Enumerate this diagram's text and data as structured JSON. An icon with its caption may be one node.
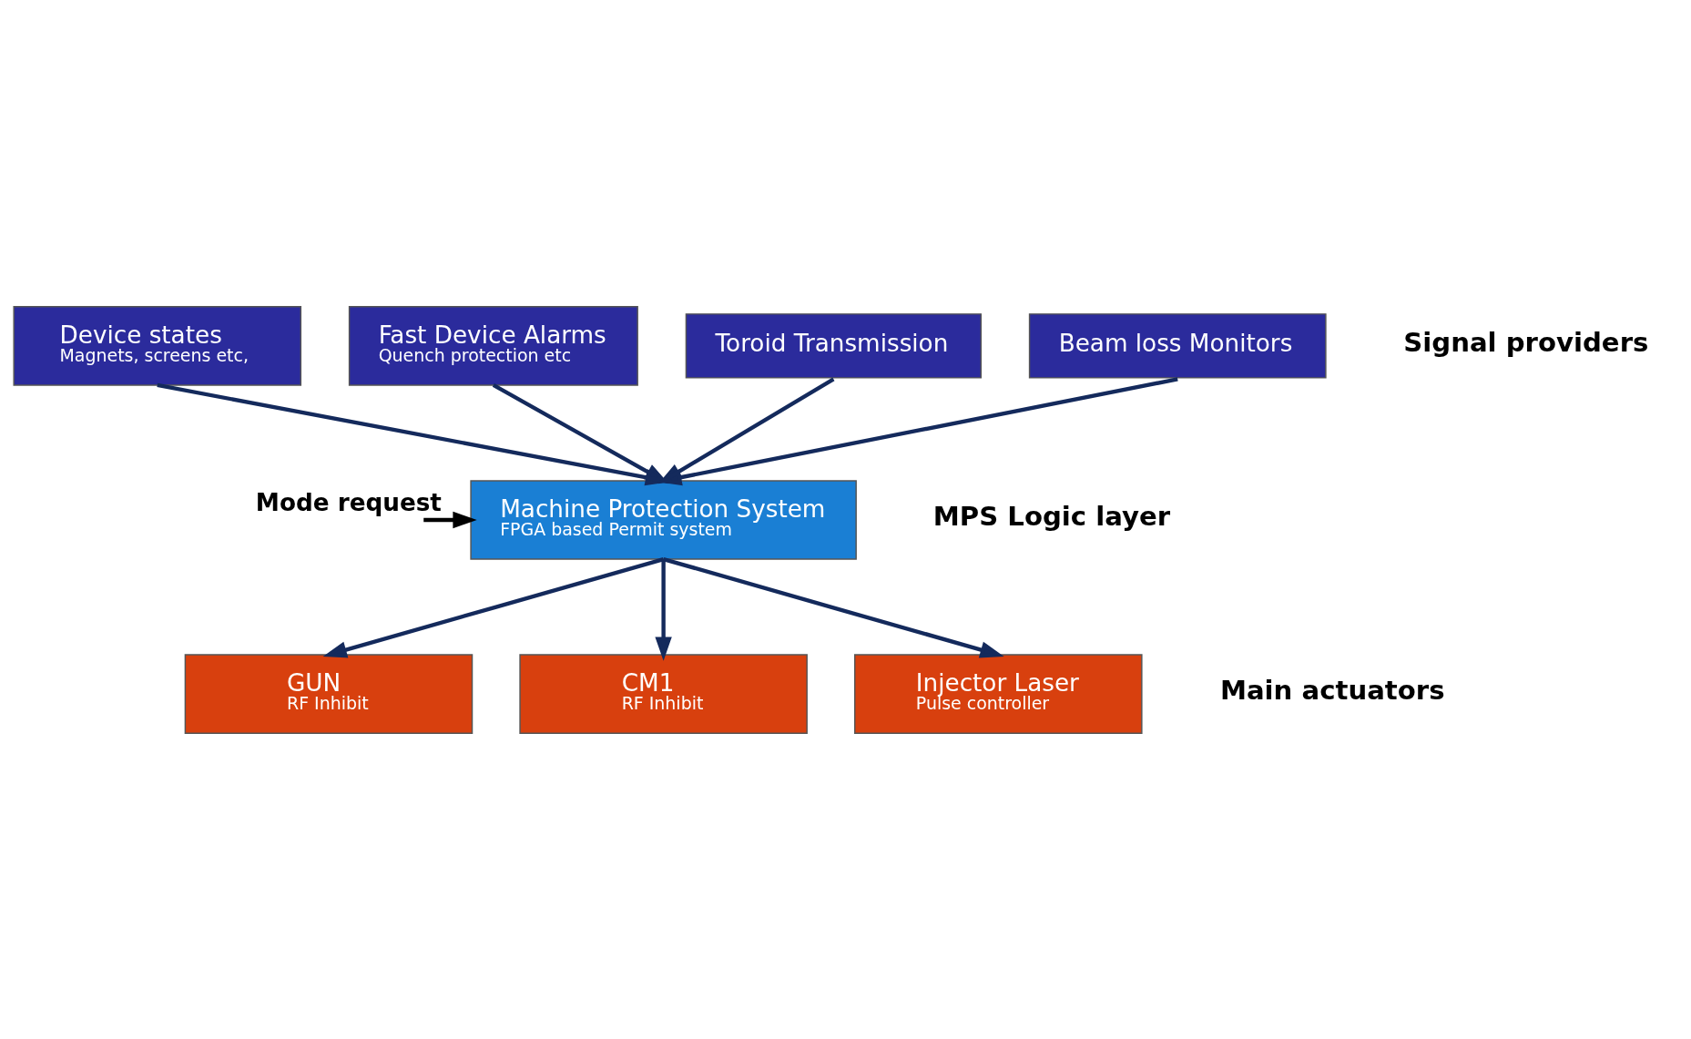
{
  "diagram": {
    "nodes": [
      {
        "text": [
          "Device states",
          "Magnets, screens etc,"
        ]
      },
      {
        "text": [
          "Fast Device Alarms",
          "Quench protection etc"
        ]
      },
      {
        "text": [
          "Toroid Transmission"
        ]
      },
      {
        "text": [
          "Beam loss Monitors"
        ]
      },
      {
        "text": [
          "Machine Protection System",
          "FPGA based Permit system"
        ]
      },
      {
        "text": [
          "GUN",
          "RF Inhibit"
        ]
      },
      {
        "text": [
          "CM1",
          "RF Inhibit"
        ]
      },
      {
        "text": [
          "Injector Laser",
          "Pulse controller"
        ]
      }
    ],
    "edges": [
      {
        "from": 0,
        "to": 4,
        "arrow": "to"
      },
      {
        "from": 1,
        "to": 4,
        "arrow": "to"
      },
      {
        "from": 2,
        "to": 4,
        "arrow": "to"
      },
      {
        "from": 3,
        "to": 4,
        "arrow": "to"
      },
      {
        "from": null,
        "to": 4,
        "arrow": "to",
        "label": "Mode request",
        "color": "#000000"
      },
      {
        "from": 4,
        "to": 5,
        "arrow": "to"
      },
      {
        "from": 4,
        "to": 6,
        "arrow": "to"
      },
      {
        "from": 4,
        "to": 7,
        "arrow": "to"
      }
    ],
    "labels": [
      "Signal providers",
      "MPS Logic layer",
      "Main actuators"
    ]
  }
}
